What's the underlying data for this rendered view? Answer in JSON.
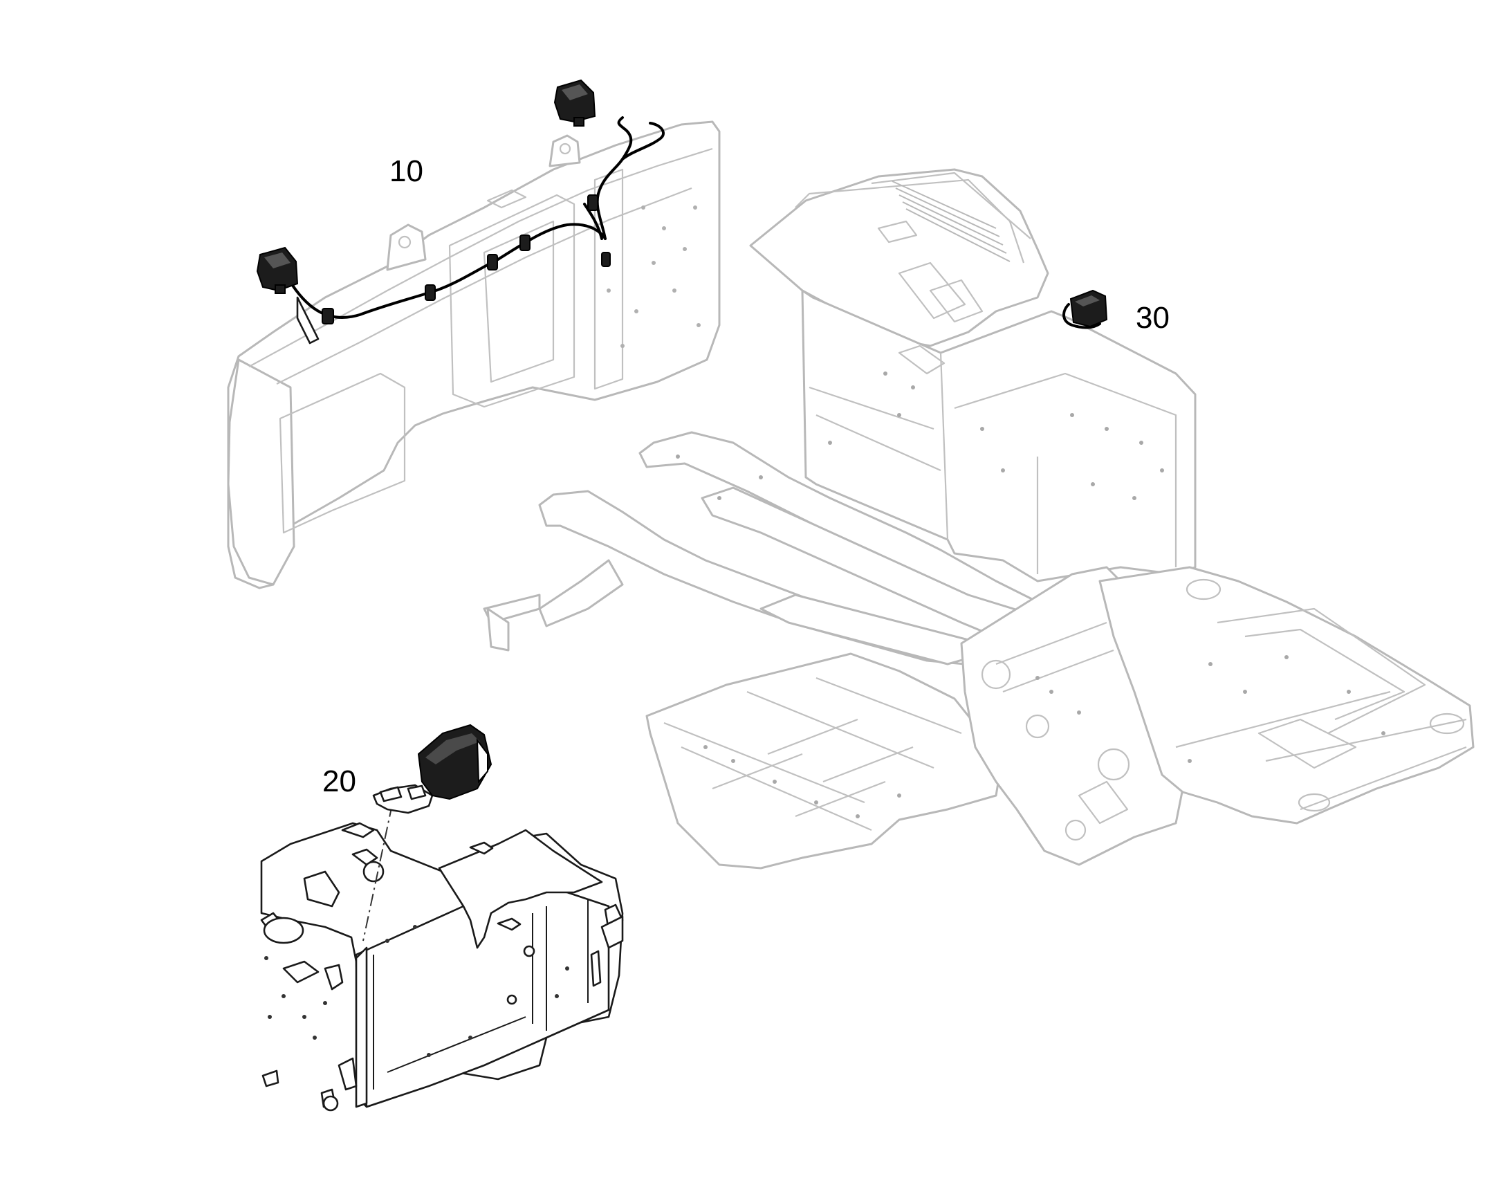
{
  "callouts": {
    "item_10": "10",
    "item_20": "20",
    "item_30": "30"
  },
  "colors": {
    "frame_line": "#b8b8b8",
    "part_line": "#1a1a1a",
    "lamp_fill": "#1c1c1c",
    "background": "#ffffff"
  },
  "icons": {
    "work_lamp": "work-lamp-icon"
  }
}
